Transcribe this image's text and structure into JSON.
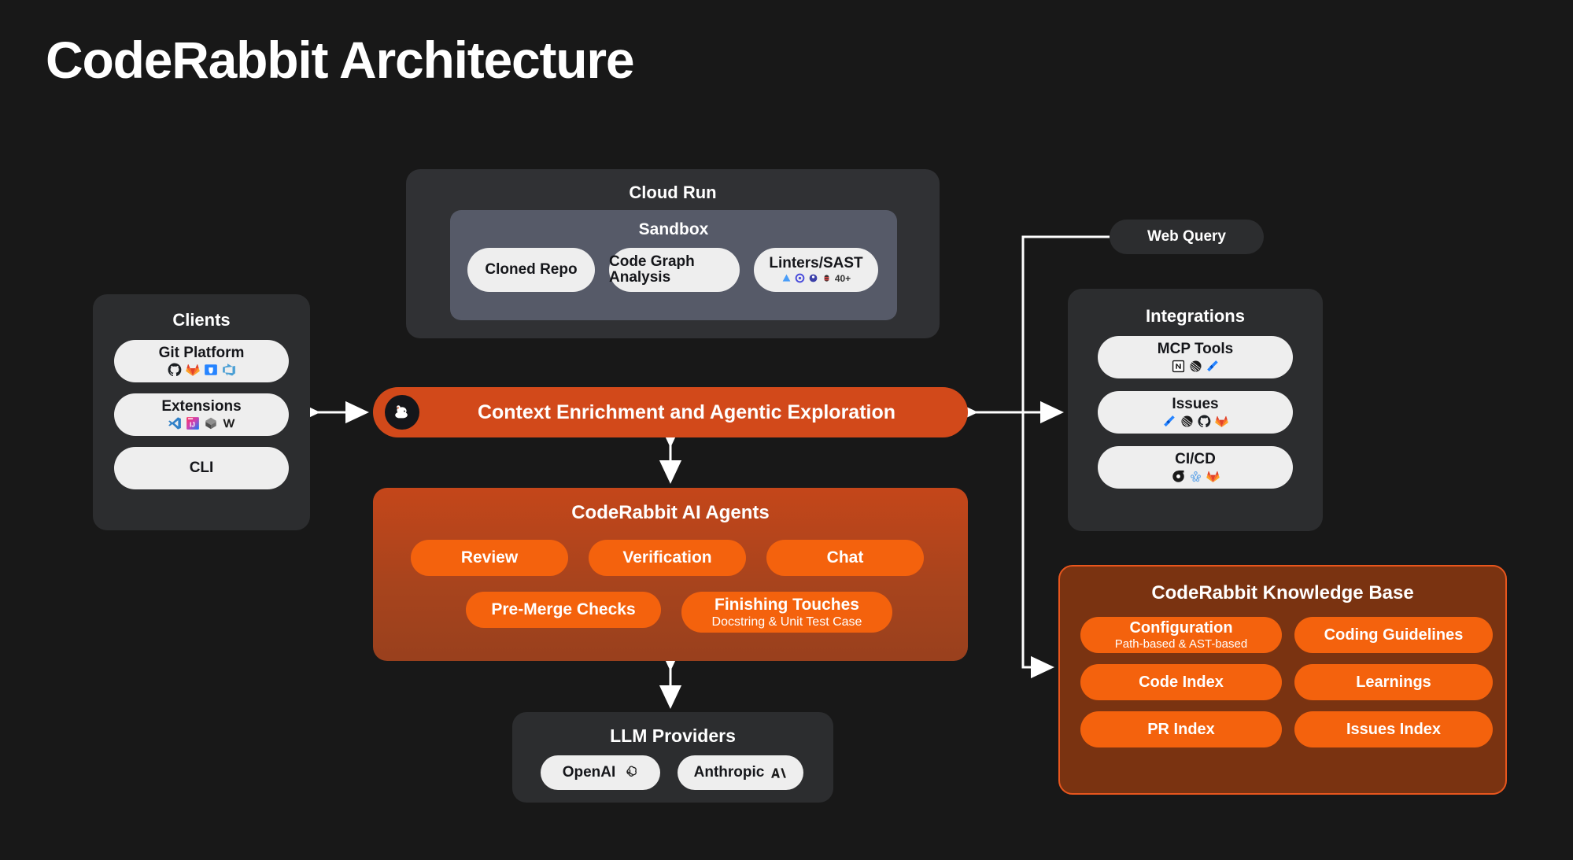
{
  "title": "CodeRabbit Architecture",
  "colors": {
    "background": "#181818",
    "panel": "#2c2d2f",
    "sandbox": "#565a68",
    "accent_orange": "#d2491a",
    "pill_orange": "#f4620d",
    "kb_background": "#7a3311",
    "pill_light": "#eeeeee"
  },
  "cloud_run": {
    "title": "Cloud Run",
    "sandbox": {
      "title": "Sandbox",
      "items": [
        {
          "label": "Cloned Repo",
          "icons": []
        },
        {
          "label": "Code Graph Analysis",
          "icons": []
        },
        {
          "label": "Linters/SAST",
          "icons": [
            "linter-blue-icon",
            "linter-indigo-icon",
            "linter-purple-icon",
            "linter-red-icon"
          ],
          "count": "40+"
        }
      ]
    }
  },
  "web_query": {
    "label": "Web Query"
  },
  "clients": {
    "title": "Clients",
    "items": [
      {
        "label": "Git Platform",
        "icons": [
          "github-icon",
          "gitlab-icon",
          "bitbucket-icon",
          "azure-devops-icon"
        ]
      },
      {
        "label": "Extensions",
        "icons": [
          "vscode-icon",
          "intellij-icon",
          "cursor-icon",
          "windsurf-icon"
        ]
      },
      {
        "label": "CLI",
        "icons": []
      }
    ]
  },
  "context_bar": {
    "label": "Context Enrichment and Agentic Exploration",
    "logo": "coderabbit-logo-icon"
  },
  "ai_agents": {
    "title": "CodeRabbit AI Agents",
    "row1": [
      {
        "label": "Review"
      },
      {
        "label": "Verification"
      },
      {
        "label": "Chat"
      }
    ],
    "row2": [
      {
        "label": "Pre-Merge Checks"
      },
      {
        "label": "Finishing Touches",
        "sublabel": "Docstring & Unit Test Case"
      }
    ]
  },
  "integrations": {
    "title": "Integrations",
    "items": [
      {
        "label": "MCP Tools",
        "icons": [
          "notion-icon",
          "linear-icon",
          "jira-icon"
        ]
      },
      {
        "label": "Issues",
        "icons": [
          "jira-icon",
          "linear-icon",
          "github-icon",
          "gitlab-icon"
        ]
      },
      {
        "label": "CI/CD",
        "icons": [
          "circleci-icon",
          "kubernetes-icon",
          "gitlab-icon"
        ]
      }
    ]
  },
  "knowledge_base": {
    "title": "CodeRabbit Knowledge Base",
    "items": [
      {
        "label": "Configuration",
        "sublabel": "Path-based & AST-based"
      },
      {
        "label": "Coding Guidelines"
      },
      {
        "label": "Code Index"
      },
      {
        "label": "Learnings"
      },
      {
        "label": "PR Index"
      },
      {
        "label": "Issues Index"
      }
    ]
  },
  "llm_providers": {
    "title": "LLM Providers",
    "items": [
      {
        "label": "OpenAI",
        "icon": "openai-icon"
      },
      {
        "label": "Anthropic",
        "icon": "anthropic-icon"
      }
    ]
  }
}
